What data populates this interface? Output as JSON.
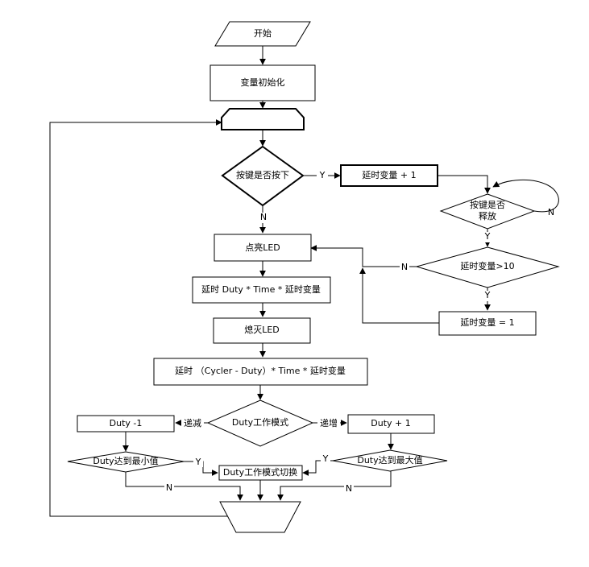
{
  "nodes": {
    "start": "开始",
    "init": "变量初始化",
    "loop_start": "",
    "key_pressed": "按键是否按下",
    "delay_inc": "延时变量 + 1",
    "key_released_line1": "按键是否",
    "key_released_line2": "释放",
    "led_on": "点亮LED",
    "delay_gt_10": "延时变量>10",
    "delay_on": "延时 Duty * Time * 延时变量",
    "delay_set_1": "延时变量 = 1",
    "led_off": "熄灭LED",
    "delay_off": "延时 （Cycler - Duty）* Time * 延时变量",
    "duty_mode": "Duty工作模式",
    "duty_dec": "Duty -1",
    "duty_inc": "Duty + 1",
    "duty_min": "Duty达到最小值",
    "duty_max": "Duty达到最大值",
    "mode_switch": "Duty工作模式切换",
    "loop_end": ""
  },
  "edges": {
    "yes": "Y",
    "no": "N",
    "decrement": "递减",
    "increment": "递增"
  }
}
